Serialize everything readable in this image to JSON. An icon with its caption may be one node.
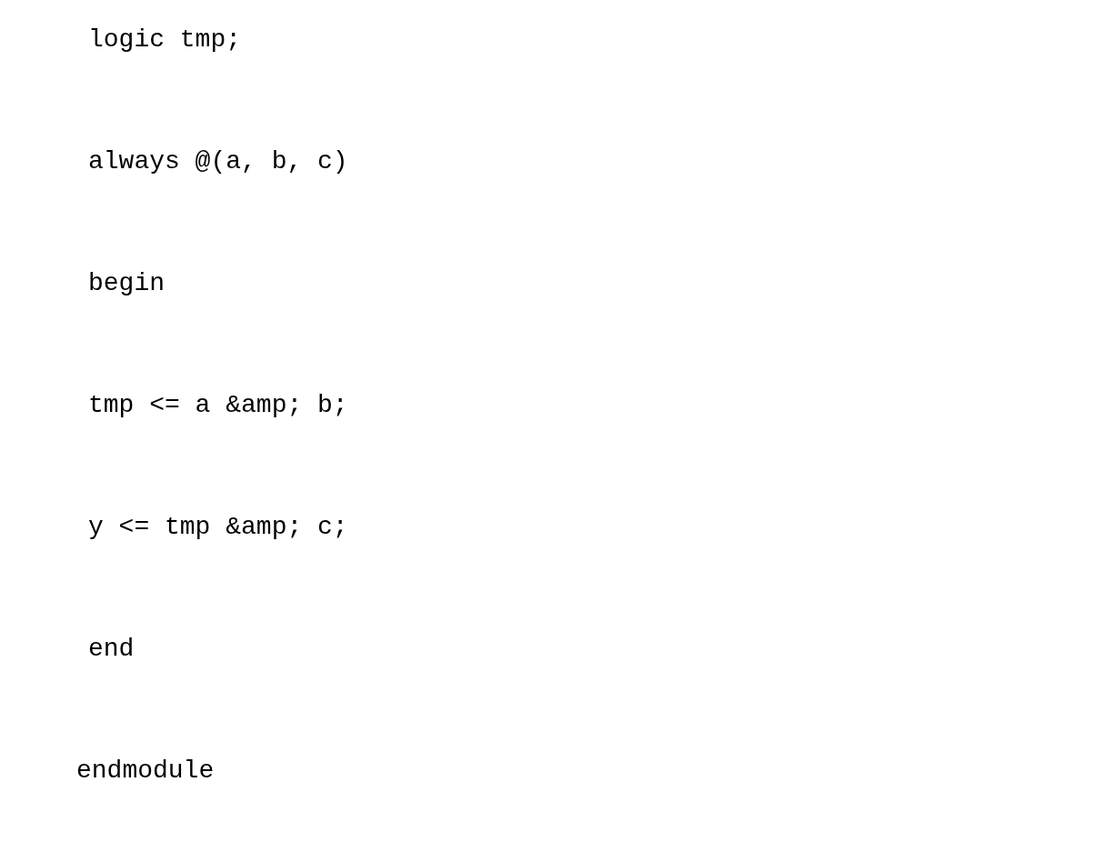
{
  "diagram": {
    "labels": [
      "logic tmp;",
      "always @(a, b, c)",
      "begin",
      "tmp <= a &amp; b;",
      "y <= tmp &amp; c;",
      "end",
      "endmodule"
    ]
  }
}
